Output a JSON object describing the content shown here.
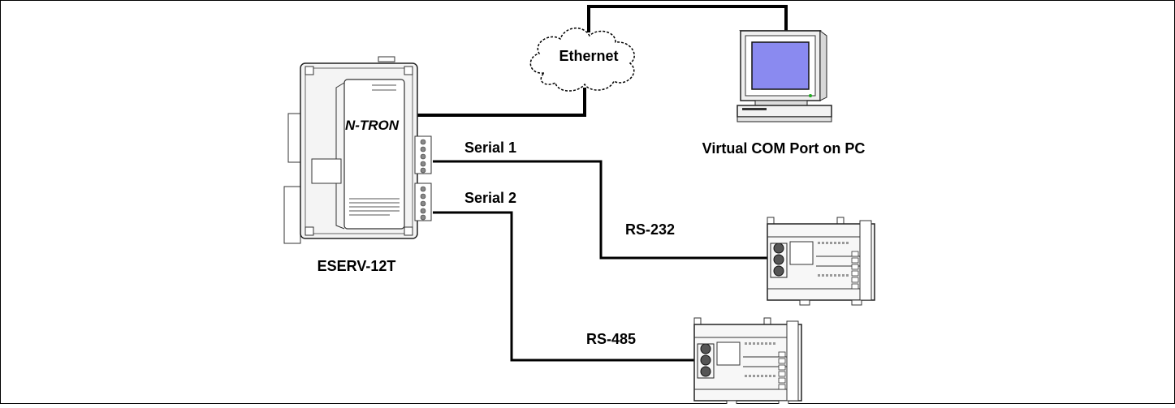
{
  "diagram": {
    "network_label": "Ethernet",
    "pc_label": "Virtual COM Port on PC",
    "device_label": "ESERV-12T",
    "device_brand": "N-TRON",
    "serial1_label": "Serial 1",
    "serial2_label": "Serial 2",
    "link1_label": "RS-232",
    "link2_label": "RS-485"
  },
  "colors": {
    "line": "#000000",
    "screen": "#8a8af0",
    "device_body": "#f4f4f4",
    "outline": "#333333"
  }
}
